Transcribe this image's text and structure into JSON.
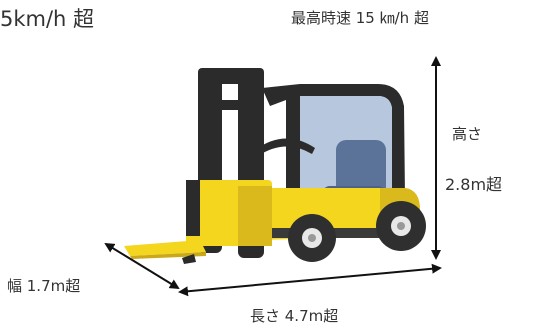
{
  "top_left_speed": "5km/h 超",
  "top_right_speed": "最高時速 15 ㎞/h 超",
  "height_label": "高さ",
  "height_value": "2.8m超",
  "width_label": "幅 1.7m超",
  "length_label": "長さ 4.7m超",
  "colors": {
    "body_yellow": "#f4d61f",
    "body_shadow": "#c9a81a",
    "mast_black": "#2b2b2b",
    "cab_glass": "#9fb3cf",
    "seat_blue": "#5b7398",
    "tire": "#2f2f2f",
    "hub": "#e8e8e8",
    "arrow": "#111111"
  },
  "icons": [
    "forklift-illustration",
    "height-arrow-icon",
    "width-arrow-icon",
    "length-arrow-icon"
  ]
}
